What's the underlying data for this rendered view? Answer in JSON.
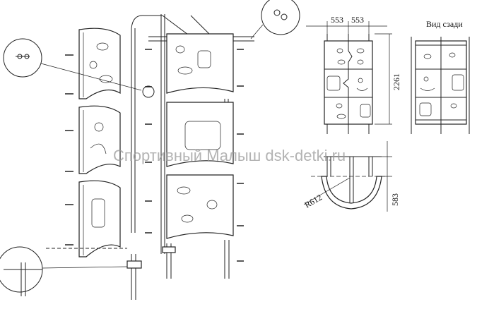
{
  "drawing": {
    "dimensions": {
      "width_left": "553",
      "width_right": "553",
      "height": "2261",
      "radius": "R612",
      "depth": "583"
    },
    "rear_view_label": "Вид сзади",
    "watermark": "Спортивный Малыш dsk-detki.ru"
  }
}
